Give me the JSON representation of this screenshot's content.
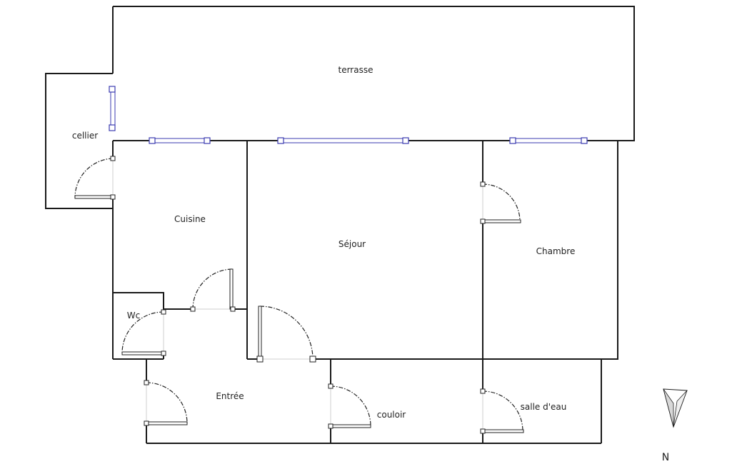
{
  "rooms": {
    "terrasse": "terrasse",
    "cellier": "cellier",
    "cuisine": "Cuisine",
    "sejour": "Séjour",
    "chambre": "Chambre",
    "wc": "Wc",
    "entree": "Entrée",
    "couloir": "couloir",
    "salle_deau": "salle d'eau"
  },
  "compass": {
    "label": "N",
    "icon": "north-arrow-icon"
  },
  "colors": {
    "walls": "#1a1a1a",
    "windows": "#3b3bb0"
  }
}
